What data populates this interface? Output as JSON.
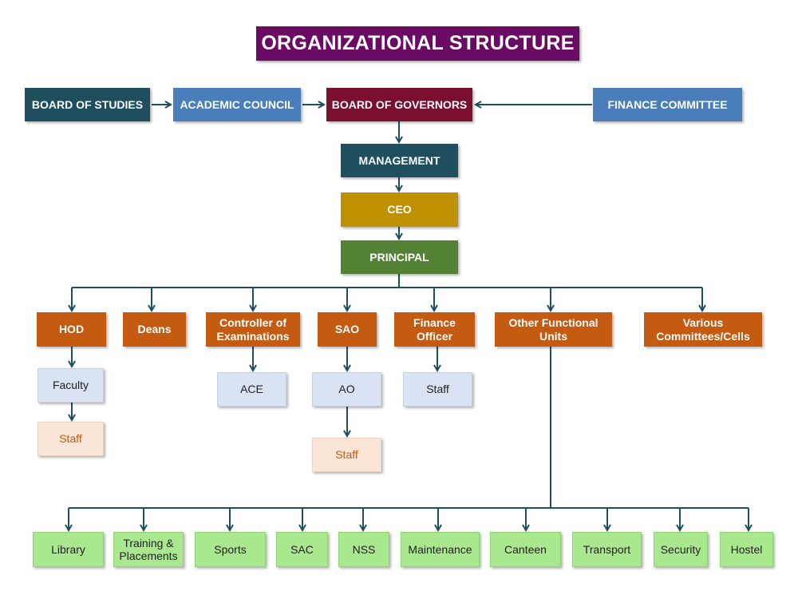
{
  "title": "ORGANIZATIONAL STRUCTURE",
  "colors": {
    "title": "#6b0a63",
    "board_of_studies": "#1f4e5f",
    "academic_council": "#4a7ebb",
    "board_of_governors": "#7b0f2e",
    "finance_committee": "#4a7ebb",
    "management": "#1f4e5f",
    "ceo": "#bf9000",
    "principal": "#548235",
    "department": "#c55a11",
    "sub_unit": "#dae3f3",
    "staff": "#fbe5d6",
    "functional_unit": "#a9e88f",
    "connector": "#1f4e5f"
  },
  "top_row": {
    "board_of_studies": "BOARD OF STUDIES",
    "academic_council": "ACADEMIC COUNCIL",
    "board_of_governors": "BOARD OF GOVERNORS",
    "finance_committee": "FINANCE COMMITTEE"
  },
  "chain": {
    "management": "MANAGEMENT",
    "ceo": "CEO",
    "principal": "PRINCIPAL"
  },
  "departments": {
    "hod": "HOD",
    "deans": "Deans",
    "controller": "Controller of Examinations",
    "sao": "SAO",
    "finance_officer": "Finance Officer",
    "other_units": "Other Functional Units",
    "committees": "Various Committees/Cells"
  },
  "sub_units": {
    "faculty": "Faculty",
    "hod_staff": "Staff",
    "ace": "ACE",
    "ao": "AO",
    "ao_staff": "Staff",
    "finance_staff": "Staff"
  },
  "functional_units": [
    "Library",
    "Training & Placements",
    "Sports",
    "SAC",
    "NSS",
    "Maintenance",
    "Canteen",
    "Transport",
    "Security",
    "Hostel"
  ]
}
